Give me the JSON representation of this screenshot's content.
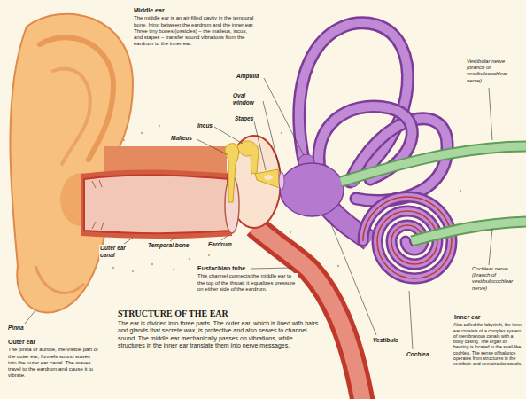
{
  "diagram": {
    "title": "STRUCTURE OF THE EAR",
    "caption": "The ear is divided into three parts. The outer ear, which is lined with hairs and glands that secrete wax, is protective and also serves to channel sound. The middle ear mechanically passes on vibrations, while structures in the inner ear translate them into nerve messages.",
    "labels": [
      "Middle ear",
      "The middle ear is an air-filled cavity in the temporal bone, lying between the eardrum and the inner ear. Three tiny bones (ossicles) – the malleus, incus, and stapes – transfer sound vibrations from the eardrum to the inner ear.",
      "Ampulla",
      "Oval window",
      "Incus",
      "Stapes",
      "Malleus",
      "Vestibular nerve (branch of vestibulocochlear nerve)",
      "Temporal bone",
      "Outer ear canal",
      "Eardrum",
      "Eustachian tube",
      "This channel connects the middle ear to the top of the throat; it equalizes pressure on either side of the eardrum.",
      "Pinna",
      "Outer ear",
      "The pinna or auricle, the visible part of the outer ear, funnels sound waves into the outer ear canal. The waves travel to the eardrum and cause it to vibrate.",
      "Cochlear nerve (branch of vestibulocochlear nerve)",
      "Vestibule",
      "Cochlea",
      "Inner ear",
      "Also called the labyrinth, the inner ear consists of a complex system of membranous canals with a bony casing. The organ of hearing is located in the snail-like cochlea. The sense of balance operates from structures in the vestibule and semicircular canals."
    ]
  }
}
